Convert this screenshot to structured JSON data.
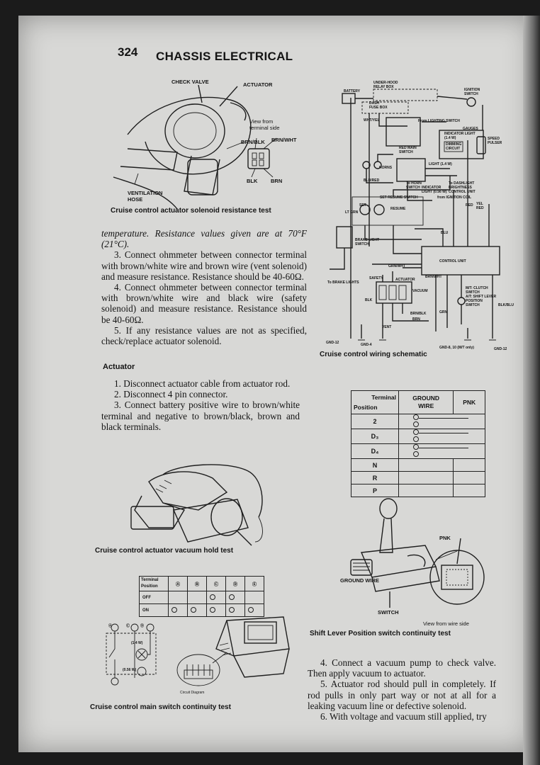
{
  "header": {
    "page_number": "324",
    "title": "CHASSIS ELECTRICAL"
  },
  "fig_actuator": {
    "labels": {
      "check_valve": "CHECK VALVE",
      "actuator": "ACTUATOR",
      "view": "View from\nterminal side",
      "brn_blk": "BRN/BLK",
      "brn_wht": "BRN/WHT",
      "blk": "BLK",
      "brn": "BRN",
      "vent_hose": "VENTILATION\nHOSE"
    },
    "caption": "Cruise control actuator solenoid resistance test"
  },
  "body_left": {
    "p1": "temperature. Resistance values given are at 70°F (21°C).",
    "p2": "3. Connect ohmmeter between connector terminal with brown/white wire and brown wire (vent solenoid) and measure resistance. Resistance should be 40-60Ω.",
    "p3": "4. Connect ohmmeter between connector terminal with brown/white wire and black wire (safety solenoid) and measure resistance. Resistance should be 40-60Ω.",
    "p4": "5. If any resistance values are not as specified, check/replace actuator solenoid.",
    "section": "Actuator",
    "a1": "1. Disconnect actuator cable from actuator rod.",
    "a2": "2. Disconnect 4 pin connector.",
    "a3": "3. Connect battery positive wire to brown/white terminal and negative to brown/black, brown and black terminals."
  },
  "fig_vacuum": {
    "caption": "Cruise control actuator vacuum hold test"
  },
  "fig_main_switch": {
    "caption": "Cruise control main switch continuity test",
    "table": {
      "terminal": "Terminal",
      "position": "Position",
      "off": "OFF",
      "on": "ON",
      "cols": [
        "Ⓐ",
        "Ⓑ",
        "Ⓒ",
        "Ⓓ",
        "Ⓔ"
      ]
    },
    "labels": {
      "a": "Ⓐ",
      "c": "Ⓒ",
      "d": "Ⓓ",
      "w14": "(1.4 W)",
      "w056": "(0.56 W)",
      "circuit": "Circuit Diagram"
    }
  },
  "fig_schematic": {
    "caption": "Cruise control wiring schematic",
    "labels": {
      "battery": "BATTERY",
      "relay_box": "UNDER-HOOD\nRELAY BOX",
      "ign_switch": "IGNITION\nSWITCH",
      "fuse_box": "DASH\nFUSE BOX",
      "from_lighting": "From LIGHTING SWITCH",
      "gauges": "GAUGES",
      "indicator": "INDICATOR LIGHT\n(1.4 W)",
      "dimming": "DIMMING\nCIRCUIT",
      "speed_pulser": "SPEED\nPULSER",
      "main_switch": "RED MAIN\nSWITCH",
      "light14": "LIGHT (1.4 W)",
      "horns": "HORNS",
      "to_horn": "To HORN\nSWITCH",
      "to_dash": "To DASHLIGHT\nBRIGHTNESS\nCONTROL UNIT",
      "indicator056": "INDICATOR\nLIGHT (0.56 W)",
      "set_resume": "SET RESUME SWITCH",
      "from_ign_coil": "from IGNITION COIL",
      "set": "SET",
      "resume": "RESUME",
      "brake_switch": "BRAKE LIGHT\nSWITCH",
      "control_unit": "CONTROL UNIT",
      "to_brake": "To BRAKE LIGHTS",
      "safety": "SAFETY",
      "actuator": "ACTUATOR",
      "vacuum": "VACUUM",
      "vent": "VENT",
      "clutch": "M/T: CLUTCH\nSWITCH\nA/T: SHIFT LEVER\nPOSITION\nSWITCH",
      "grnd12": "GND-12",
      "grnd4": "GND-4",
      "grnd8": "GND-8, 10 (M/T only)",
      "grnd12b": "GND-12",
      "wht_yel": "WHT/YEL",
      "blu_red": "BLU/RED",
      "lt_grn": "LT GRN",
      "grn_wht": "GRN/WHT",
      "brn_wht": "BRN/WHT",
      "brn_blk": "BRN/BLK",
      "brn": "BRN",
      "blk": "BLK",
      "blu": "BLU",
      "red": "RED",
      "yel_red": "YEL\nRED",
      "blk_blu": "BLK/BLU",
      "grn": "GRN"
    }
  },
  "fig_shift_table": {
    "terminal": "Terminal",
    "position": "Position",
    "col1": "GROUND\nWIRE",
    "col2": "PNK",
    "rows": [
      "2",
      "D₃",
      "D₄",
      "N",
      "R",
      "P"
    ]
  },
  "fig_shift": {
    "labels": {
      "pnk": "PNK",
      "ground": "GROUND WIRE",
      "switch": "SWITCH",
      "view": "View from wire side"
    },
    "caption": "Shift Lever Position switch continuity test"
  },
  "body_right": {
    "p4": "4. Connect a vacuum pump to check valve. Then apply vacuum to actuator.",
    "p5": "5. Actuator rod should pull in completely. If rod pulls in only part way or not at all for a leaking vacuum line or defective solenoid.",
    "p6": "6. With voltage and vacuum still applied, try"
  }
}
